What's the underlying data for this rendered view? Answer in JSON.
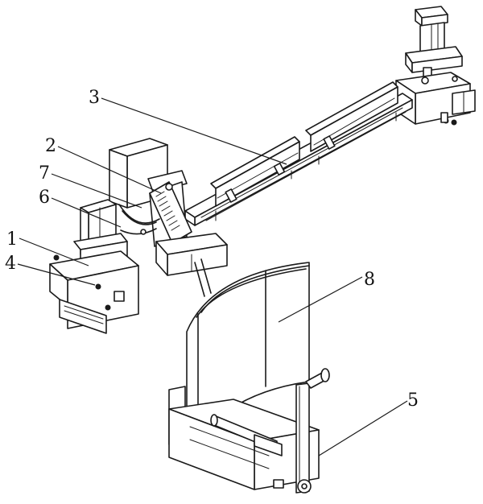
{
  "labels": [
    {
      "id": "1",
      "text": "1"
    },
    {
      "id": "2",
      "text": "2"
    },
    {
      "id": "3",
      "text": "3"
    },
    {
      "id": "4",
      "text": "4"
    },
    {
      "id": "5",
      "text": "5"
    },
    {
      "id": "6",
      "text": "6"
    },
    {
      "id": "7",
      "text": "7"
    },
    {
      "id": "8",
      "text": "8"
    }
  ],
  "parts": [
    "linear-rail-beam",
    "vertical-cylinder-top-right",
    "clamp-head-assembly",
    "control-box",
    "cart-frame",
    "curved-guard-shield",
    "roller-shaft"
  ]
}
